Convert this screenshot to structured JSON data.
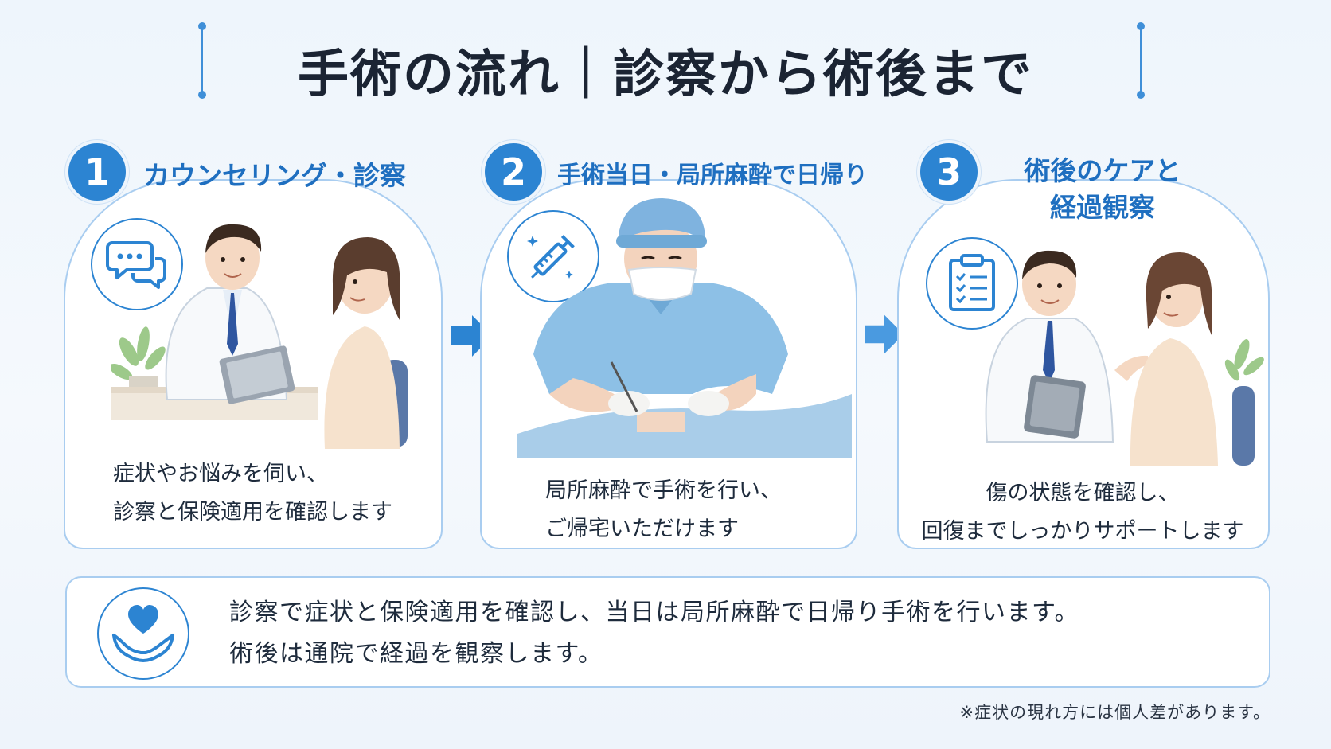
{
  "title": "手術の流れ｜診察から術後まで",
  "steps": [
    {
      "number": "1",
      "title": "カウンセリング・診察",
      "icon": "chat-bubbles-icon",
      "desc_line1": "症状やお悩みを伺い、",
      "desc_line2": "診察と保険適用を確認します"
    },
    {
      "number": "2",
      "title": "手術当日・局所麻酔で日帰り",
      "icon": "syringe-icon",
      "desc_line1": "局所麻酔で手術を行い、",
      "desc_line2": "ご帰宅いただけます"
    },
    {
      "number": "3",
      "title_line1": "術後のケアと",
      "title_line2": "経過観察",
      "icon": "clipboard-checklist-icon",
      "desc_line1": "傷の状態を確認し、",
      "desc_line2": "回復までしっかりサポートします"
    }
  ],
  "summary": {
    "icon": "heart-in-hands-icon",
    "line1": "診察で症状と保険適用を確認し、当日は局所麻酔で日帰り手術を行います。",
    "line2": "術後は通院で経過を観察します。"
  },
  "footnote": "※症状の現れ方には個人差があります。",
  "colors": {
    "accent": "#2c84d2",
    "title_blue": "#1f6fc0",
    "border": "#a9cdf0",
    "background": "#eef5fc",
    "text": "#1e2b3c"
  }
}
